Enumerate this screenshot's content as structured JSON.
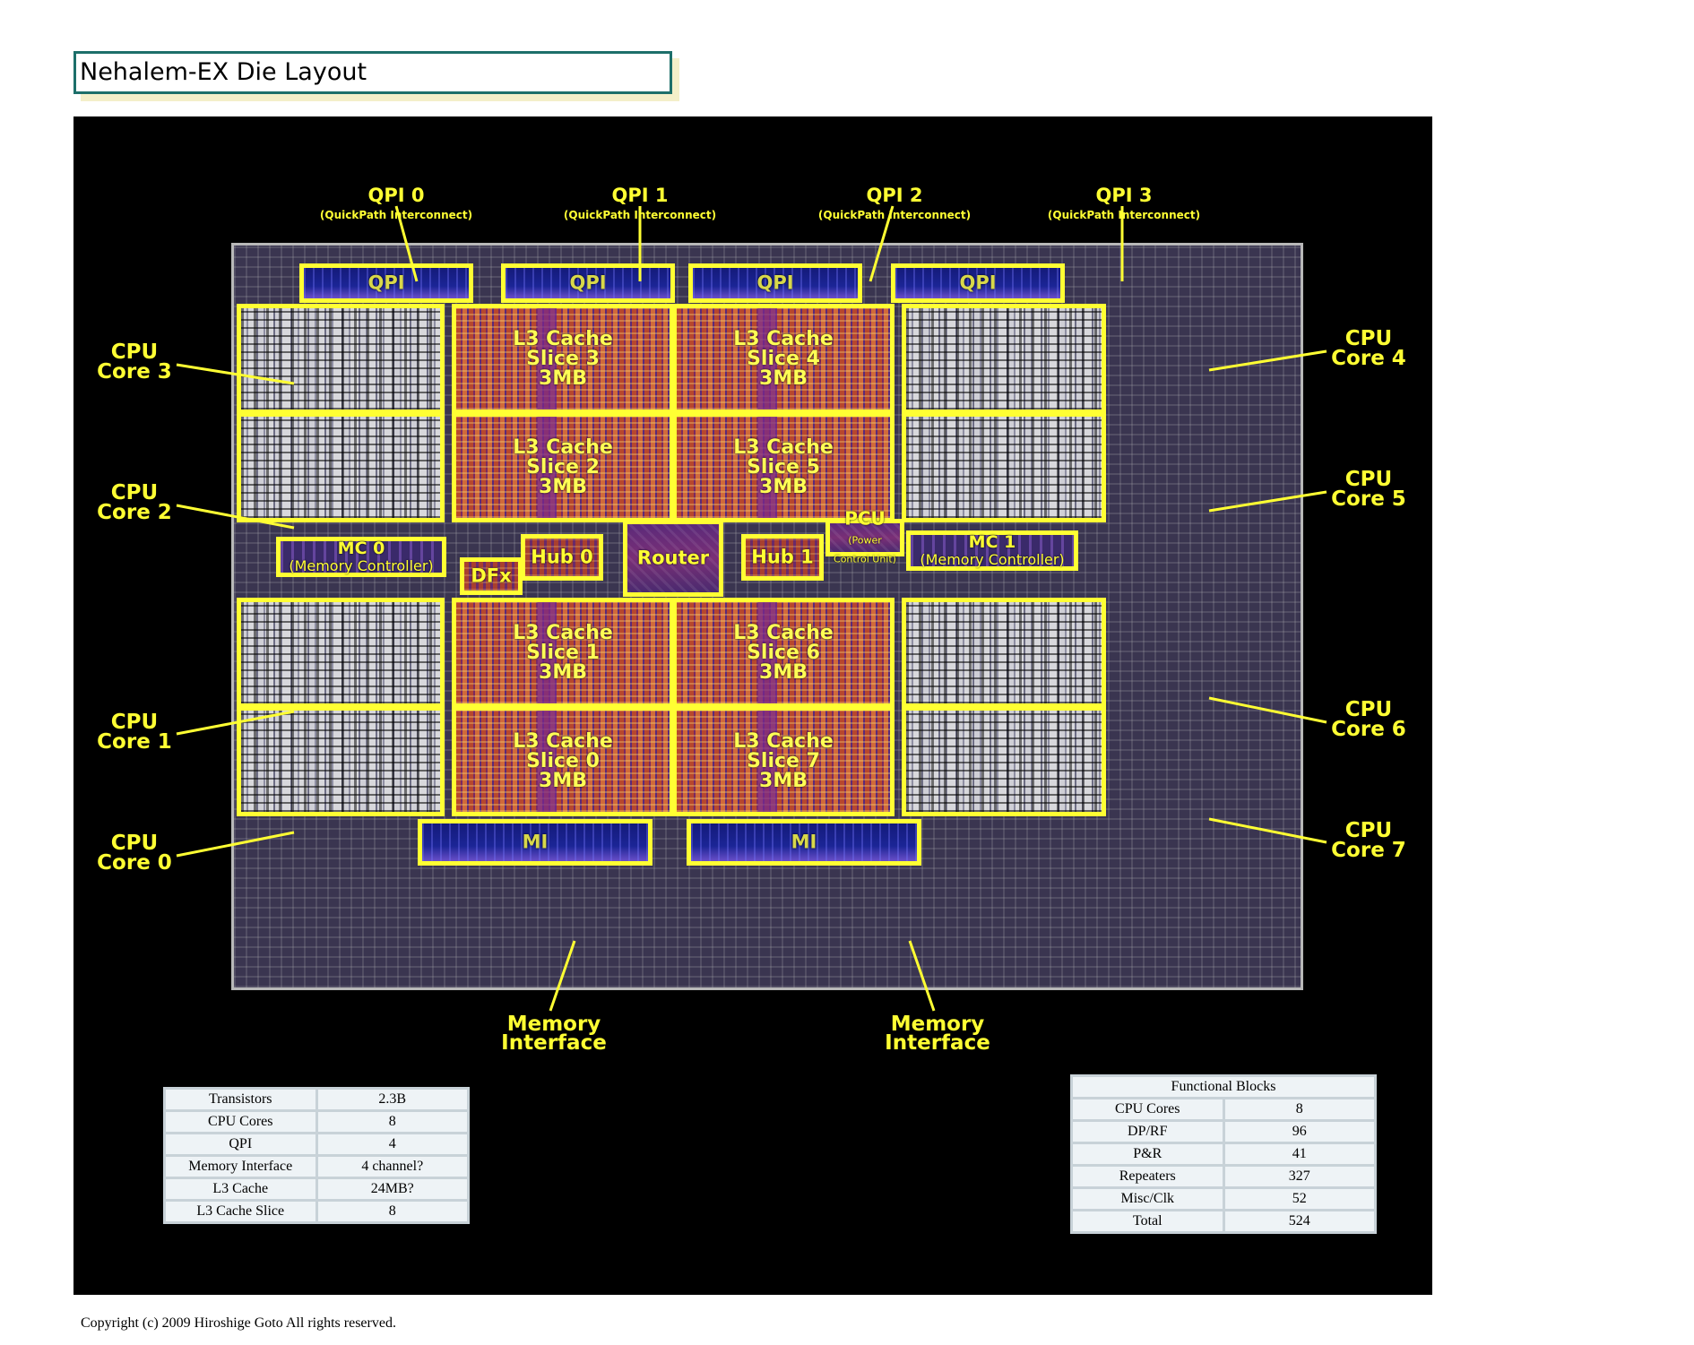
{
  "title": "Nehalem-EX Die Layout",
  "qpi_callouts": [
    {
      "label": "QPI 0",
      "sub": "(QuickPath Interconnect)"
    },
    {
      "label": "QPI 1",
      "sub": "(QuickPath Interconnect)"
    },
    {
      "label": "QPI 2",
      "sub": "(QuickPath Interconnect)"
    },
    {
      "label": "QPI 3",
      "sub": "(QuickPath Interconnect)"
    }
  ],
  "qpi_block_label": "QPI",
  "core_callouts": {
    "left": [
      "CPU\nCore 3",
      "CPU\nCore 2",
      "CPU\nCore 1",
      "CPU\nCore 0"
    ],
    "right": [
      "CPU\nCore 4",
      "CPU\nCore 5",
      "CPU\nCore 6",
      "CPU\nCore 7"
    ]
  },
  "l3_slices": {
    "top_left": [
      "L3 Cache\nSlice 3\n3MB",
      "L3 Cache\nSlice 2\n3MB"
    ],
    "top_right": [
      "L3 Cache\nSlice 4\n3MB",
      "L3 Cache\nSlice 5\n3MB"
    ],
    "bottom_left": [
      "L3 Cache\nSlice 1\n3MB",
      "L3 Cache\nSlice 0\n3MB"
    ],
    "bottom_right": [
      "L3 Cache\nSlice 6\n3MB",
      "L3 Cache\nSlice 7\n3MB"
    ]
  },
  "center_blocks": {
    "mc0": {
      "main": "MC 0",
      "sub": "(Memory Controller)"
    },
    "mc1": {
      "main": "MC 1",
      "sub": "(Memory Controller)"
    },
    "hub0": "Hub 0",
    "hub1": "Hub 1",
    "router": "Router",
    "dfx": "DFx",
    "pcu": {
      "main": "PCU",
      "sub": "(Power\nControl Unit)"
    }
  },
  "mi_block_label": "MI",
  "mi_callouts": [
    "Memory\nInterface",
    "Memory\nInterface"
  ],
  "spec_table": [
    [
      "Transistors",
      "2.3B"
    ],
    [
      "CPU Cores",
      "8"
    ],
    [
      "QPI",
      "4"
    ],
    [
      "Memory Interface",
      "4 channel?"
    ],
    [
      "L3 Cache",
      "24MB?"
    ],
    [
      "L3 Cache Slice",
      "8"
    ]
  ],
  "functional_blocks": {
    "header": "Functional Blocks",
    "rows": [
      [
        "CPU Cores",
        "8"
      ],
      [
        "DP/RF",
        "96"
      ],
      [
        "P&R",
        "41"
      ],
      [
        "Repeaters",
        "327"
      ],
      [
        "Misc/Clk",
        "52"
      ],
      [
        "Total",
        "524"
      ]
    ]
  },
  "copyright": "Copyright (c) 2009 Hiroshige Goto All rights reserved.",
  "colors": {
    "highlight": "#ffff33",
    "background": "#000000",
    "title_border": "#1d6f6a"
  }
}
